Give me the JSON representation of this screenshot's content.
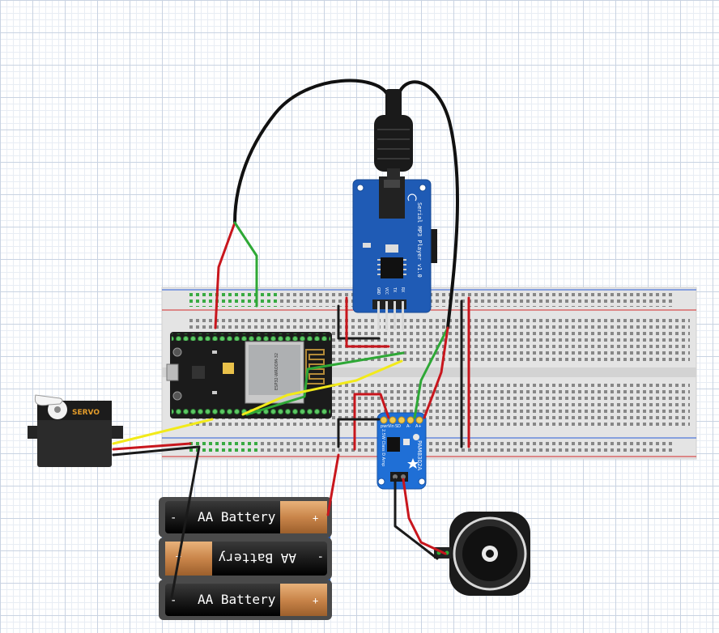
{
  "servo": {
    "label": "SERVO"
  },
  "mp3": {
    "title": "Serial MP3 Player v1.0",
    "pins": [
      "GND",
      "VCC",
      "TX",
      "RX"
    ]
  },
  "amp": {
    "model": "PAM8302A",
    "desc": "2.5W Class D Amp",
    "pins": [
      "pwr",
      "SD",
      "Vin",
      "A-",
      "A+"
    ]
  },
  "batteries": [
    {
      "label": "AA Battery",
      "minus": "-",
      "plus": "+"
    },
    {
      "label": "AA Battery",
      "minus": "-",
      "plus": "+"
    },
    {
      "label": "AA Battery",
      "minus": "-",
      "plus": "+"
    }
  ],
  "esp32": {
    "chip": "ESP32-WROOM-32"
  },
  "colors": {
    "wire_red": "#c8161d",
    "wire_black": "#1a1a1a",
    "wire_green": "#2ea836",
    "wire_yellow": "#f2ea1a",
    "board_blue": "#1f5bb5",
    "esp_green": "#2a7d3a"
  }
}
